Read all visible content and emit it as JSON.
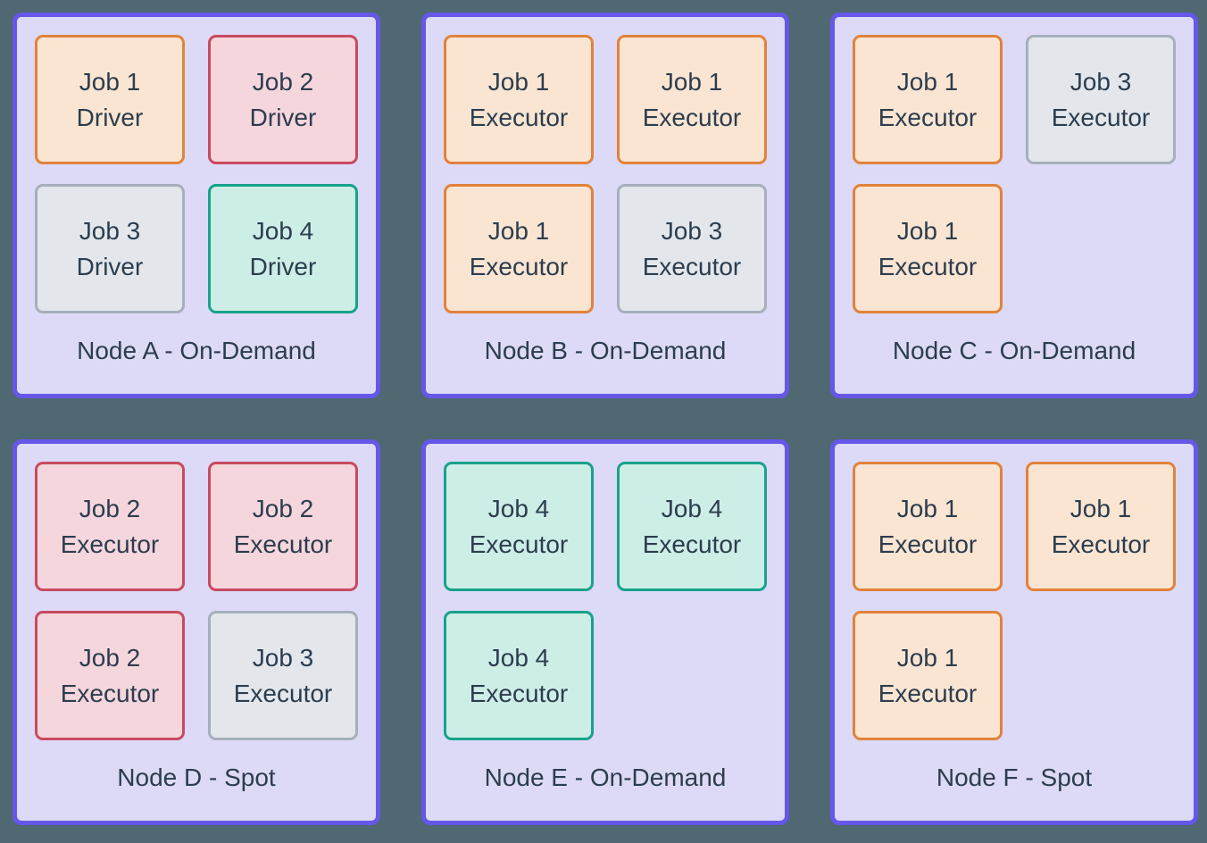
{
  "colors": {
    "background": "#4F6872",
    "node_fill": "#DDDAF7",
    "node_border": "#6557E8",
    "text": "#2C3D4E",
    "job_styles": {
      "job1": {
        "border": "#E2823B",
        "fill": "#FAE5D2"
      },
      "job2": {
        "border": "#C84A5E",
        "fill": "#F5D6DC"
      },
      "job3": {
        "border": "#A6AFBB",
        "fill": "#E3E7EC"
      },
      "job4": {
        "border": "#17A28B",
        "fill": "#CDEEE6"
      }
    }
  },
  "nodes": [
    {
      "id": "node-a",
      "label": "Node A - On-Demand",
      "jobs": [
        {
          "name": "Job 1",
          "role": "Driver",
          "style": "job1"
        },
        {
          "name": "Job 2",
          "role": "Driver",
          "style": "job2"
        },
        {
          "name": "Job 3",
          "role": "Driver",
          "style": "job3"
        },
        {
          "name": "Job 4",
          "role": "Driver",
          "style": "job4"
        }
      ]
    },
    {
      "id": "node-b",
      "label": "Node B - On-Demand",
      "jobs": [
        {
          "name": "Job 1",
          "role": "Executor",
          "style": "job1"
        },
        {
          "name": "Job 1",
          "role": "Executor",
          "style": "job1"
        },
        {
          "name": "Job 1",
          "role": "Executor",
          "style": "job1"
        },
        {
          "name": "Job 3",
          "role": "Executor",
          "style": "job3"
        }
      ]
    },
    {
      "id": "node-c",
      "label": "Node C - On-Demand",
      "jobs": [
        {
          "name": "Job 1",
          "role": "Executor",
          "style": "job1"
        },
        {
          "name": "Job 3",
          "role": "Executor",
          "style": "job3"
        },
        {
          "name": "Job 1",
          "role": "Executor",
          "style": "job1"
        }
      ]
    },
    {
      "id": "node-d",
      "label": "Node D - Spot",
      "jobs": [
        {
          "name": "Job 2",
          "role": "Executor",
          "style": "job2"
        },
        {
          "name": "Job 2",
          "role": "Executor",
          "style": "job2"
        },
        {
          "name": "Job 2",
          "role": "Executor",
          "style": "job2"
        },
        {
          "name": "Job 3",
          "role": "Executor",
          "style": "job3"
        }
      ]
    },
    {
      "id": "node-e",
      "label": "Node E - On-Demand",
      "jobs": [
        {
          "name": "Job 4",
          "role": "Executor",
          "style": "job4"
        },
        {
          "name": "Job 4",
          "role": "Executor",
          "style": "job4"
        },
        {
          "name": "Job 4",
          "role": "Executor",
          "style": "job4"
        }
      ]
    },
    {
      "id": "node-f",
      "label": "Node F - Spot",
      "jobs": [
        {
          "name": "Job 1",
          "role": "Executor",
          "style": "job1"
        },
        {
          "name": "Job 1",
          "role": "Executor",
          "style": "job1"
        },
        {
          "name": "Job 1",
          "role": "Executor",
          "style": "job1"
        }
      ]
    }
  ]
}
